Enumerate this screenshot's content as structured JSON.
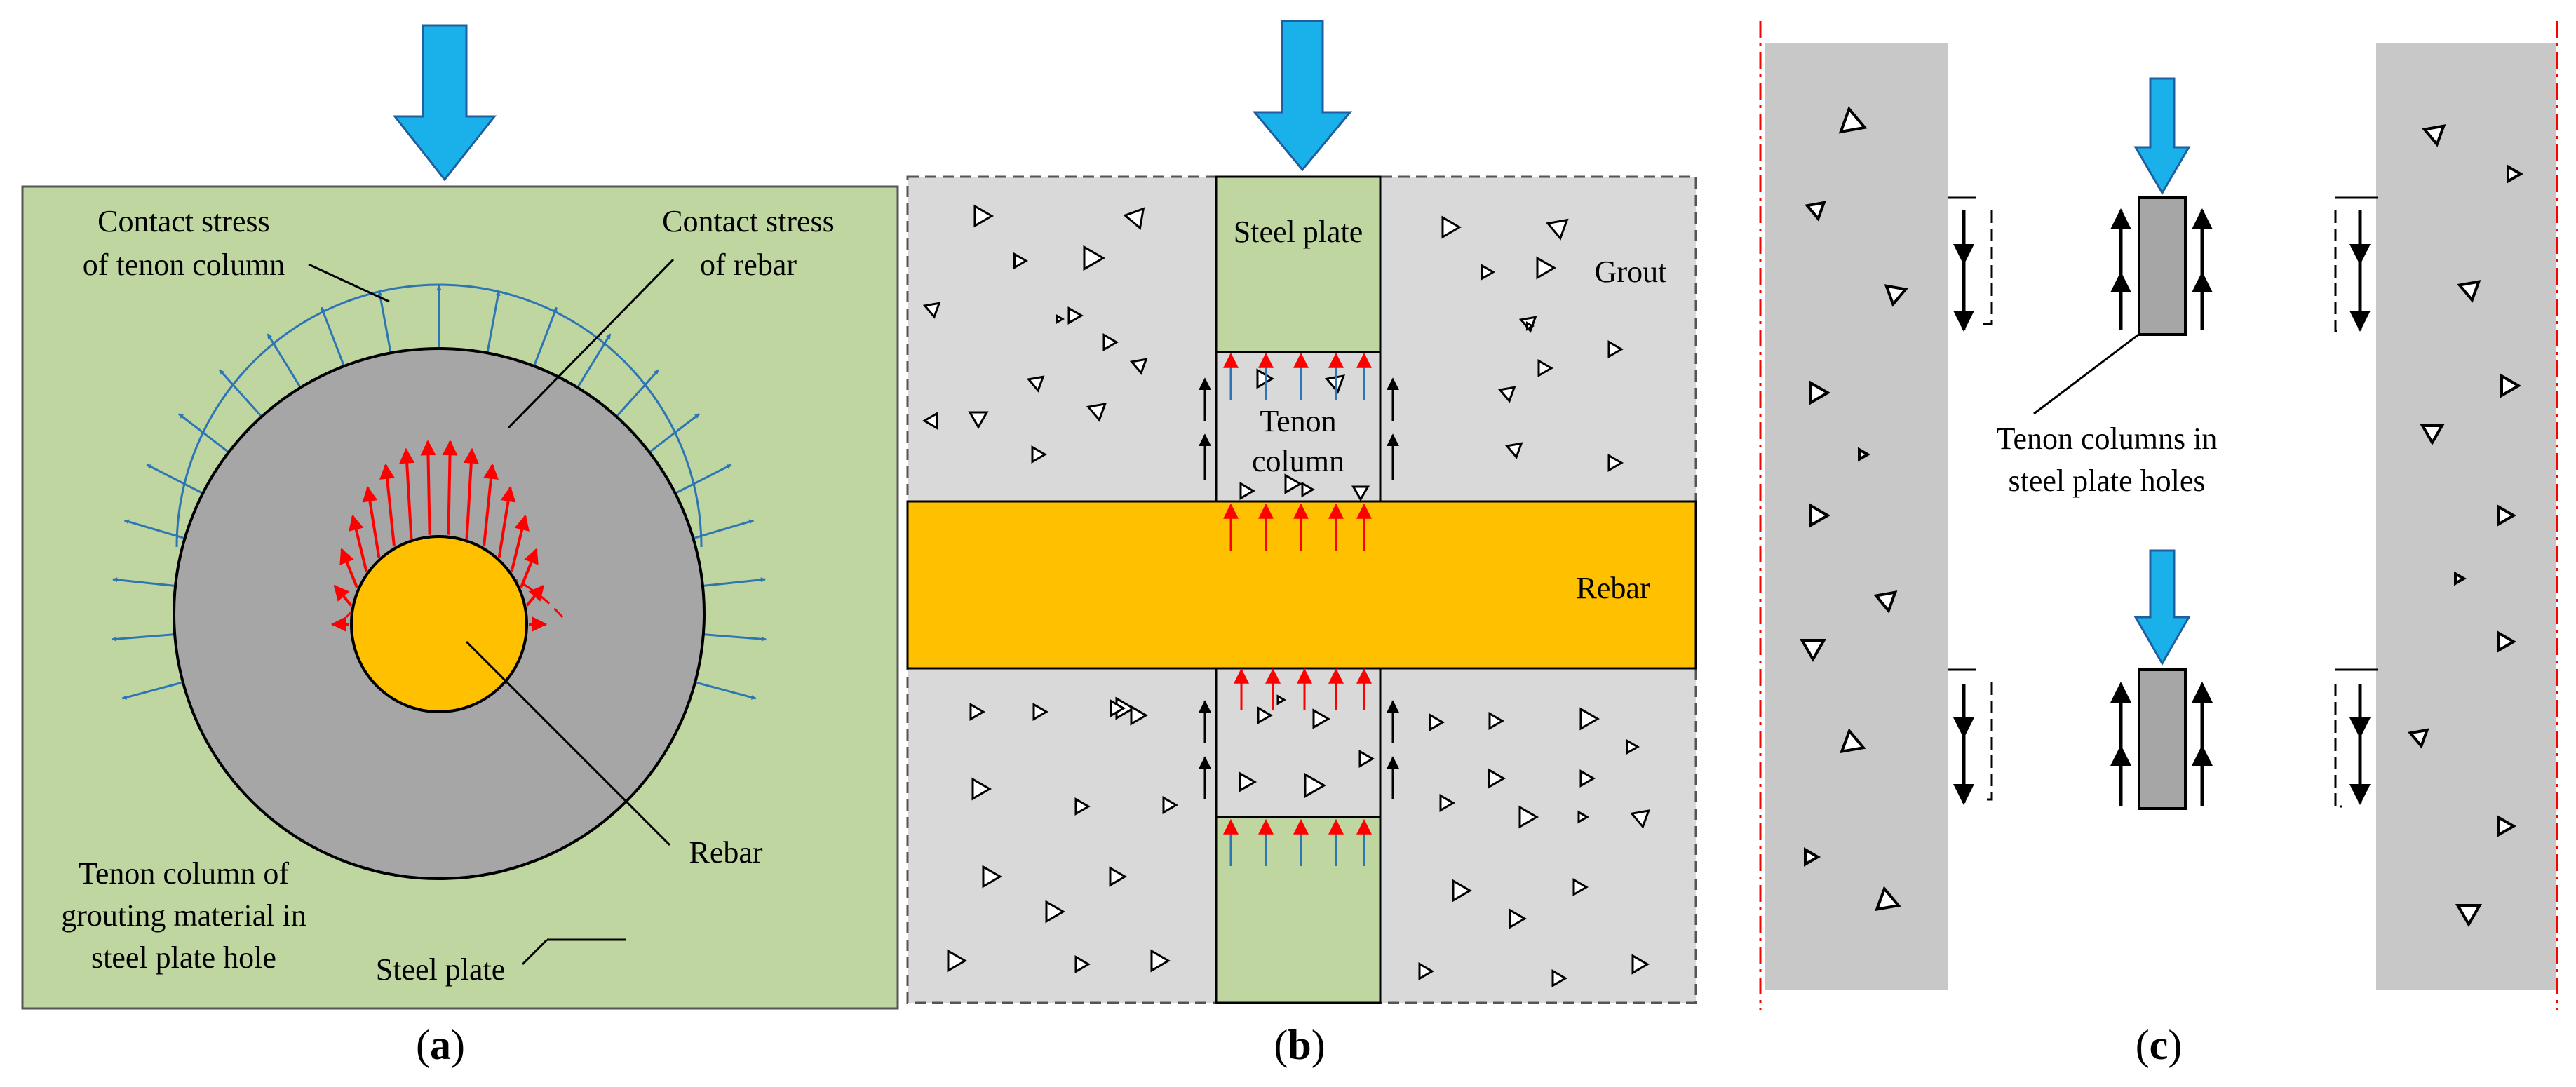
{
  "colors": {
    "steel_plate": "#bfd6a1",
    "grout": "#d9d9d9",
    "tenon_gray": "#a6a6a6",
    "rebar": "#ffc000",
    "load_arrow": "#1ab1ea",
    "stress_blue": "#2e75b6",
    "stress_red": "#ff0000",
    "boundary_red": "#ff0000"
  },
  "panel_a": {
    "caption": {
      "open": "(",
      "letter": "a",
      "close": ")"
    },
    "label_contact_tenon_1": "Contact stress",
    "label_contact_tenon_2": "of tenon column",
    "label_contact_rebar_1": "Contact stress",
    "label_contact_rebar_2": "of rebar",
    "label_tenon_1": "Tenon column of",
    "label_tenon_2": "grouting material in",
    "label_tenon_3": "steel plate hole",
    "label_rebar": "Rebar",
    "label_steel_plate": "Steel plate"
  },
  "panel_b": {
    "caption": {
      "open": "(",
      "letter": "b",
      "close": ")"
    },
    "label_steel_plate": "Steel plate",
    "label_grout": "Grout",
    "label_tenon_1": "Tenon",
    "label_tenon_2": "column",
    "label_rebar": "Rebar"
  },
  "panel_c": {
    "caption": {
      "open": "(",
      "letter": "c",
      "close": ")"
    },
    "label_tenon_1": "Tenon columns in",
    "label_tenon_2": "steel plate holes"
  }
}
